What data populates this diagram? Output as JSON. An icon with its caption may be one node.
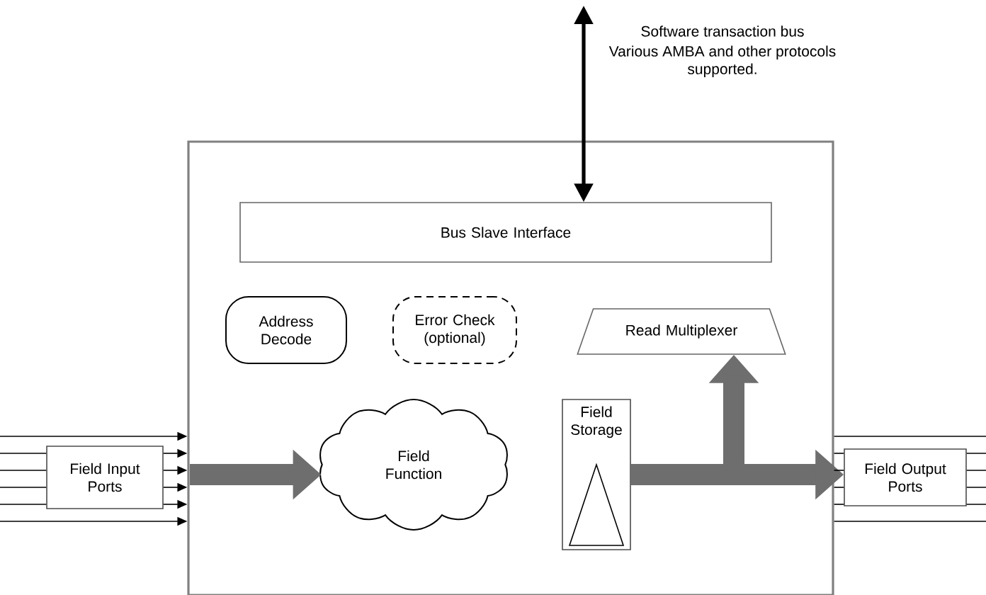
{
  "diagram": {
    "nodes": [
      {
        "text": [],
        "shape": "box"
      },
      {
        "text": [
          "Bus Slave Interface"
        ],
        "in": 0
      },
      {
        "text": [
          "Address Decode"
        ],
        "in": 0
      },
      {
        "text": [
          "Error Check (optional)"
        ],
        "in": 0
      },
      {
        "text": [
          "Read Multiplexer"
        ],
        "in": 0
      },
      {
        "text": [
          "Field Function"
        ],
        "in": 0
      },
      {
        "text": [
          "Field Storage"
        ],
        "in": 0
      },
      {
        "text": [
          "Field Input Ports"
        ]
      },
      {
        "text": [
          "Field Output Ports"
        ]
      }
    ],
    "edges": [
      {
        "from": null,
        "to": 1,
        "arrow": "both",
        "label": "Software transaction bus",
        "style": "thick"
      },
      {
        "from": null,
        "to": 0,
        "arrow": "to"
      },
      {
        "from": null,
        "to": 0,
        "arrow": "to"
      },
      {
        "from": null,
        "to": 7,
        "arrow": "none"
      },
      {
        "from": null,
        "to": 7,
        "arrow": "none"
      },
      {
        "from": null,
        "to": 7,
        "arrow": "none"
      },
      {
        "from": null,
        "to": 7,
        "arrow": "none"
      },
      {
        "from": 7,
        "to": 0,
        "arrow": "to"
      },
      {
        "from": 7,
        "to": 0,
        "arrow": "to"
      },
      {
        "from": 7,
        "to": 0,
        "arrow": "to"
      },
      {
        "from": 7,
        "to": 0,
        "arrow": "to"
      },
      {
        "from": null,
        "to": 5,
        "arrow": "to",
        "style": "thick",
        "color": "#6e6e6e"
      },
      {
        "from": 6,
        "to": 8,
        "arrow": "to",
        "style": "thick",
        "color": "#6e6e6e"
      },
      {
        "from": 6,
        "to": 4,
        "arrow": "to",
        "style": "thick",
        "color": "#6e6e6e"
      },
      {
        "from": 0,
        "to": null,
        "arrow": "none"
      },
      {
        "from": 0,
        "to": null,
        "arrow": "none"
      },
      {
        "from": 0,
        "to": 8,
        "arrow": "none"
      },
      {
        "from": 0,
        "to": 8,
        "arrow": "none"
      },
      {
        "from": 0,
        "to": 8,
        "arrow": "none"
      },
      {
        "from": 0,
        "to": 8,
        "arrow": "none"
      },
      {
        "from": 8,
        "to": null,
        "arrow": "none"
      },
      {
        "from": 8,
        "to": null,
        "arrow": "none"
      },
      {
        "from": 8,
        "to": null,
        "arrow": "none"
      },
      {
        "from": 8,
        "to": null,
        "arrow": "none"
      }
    ],
    "labels": [
      "Various AMBA and other protocols supported."
    ]
  }
}
